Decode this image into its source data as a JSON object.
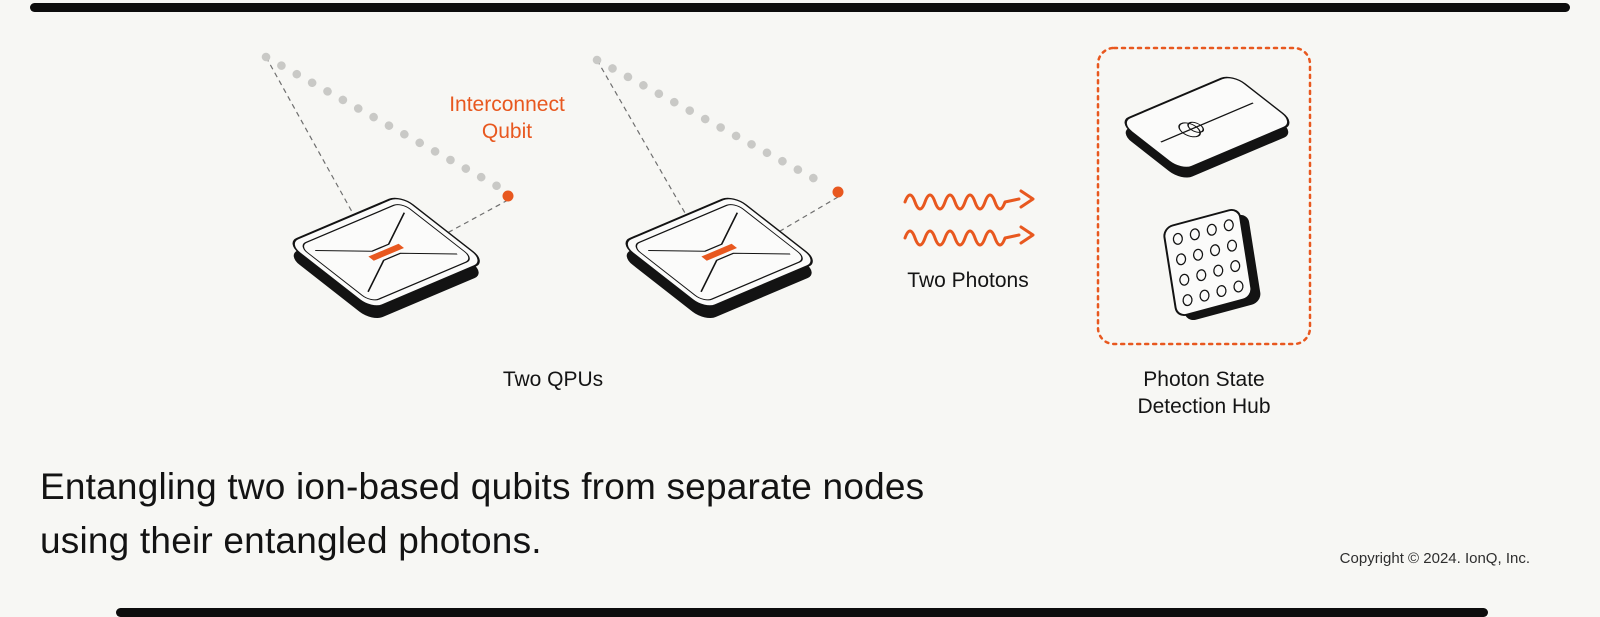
{
  "colors": {
    "background": "#F7F7F4",
    "accent_orange": "#E8581F",
    "ion_dot_gray": "#C9C9C6",
    "ink": "#131313"
  },
  "diagram": {
    "interconnect_label": {
      "line1": "Interconnect",
      "line2": "Qubit"
    },
    "qpus_label": "Two QPUs",
    "photons_label": "Two Photons",
    "hub_label": {
      "line1": "Photon State",
      "line2": "Detection Hub"
    }
  },
  "caption": {
    "line1": "Entangling two ion-based qubits from separate nodes",
    "line2": "using their entangled photons."
  },
  "footer": {
    "copyright": "Copyright © 2024. IonQ, Inc."
  }
}
